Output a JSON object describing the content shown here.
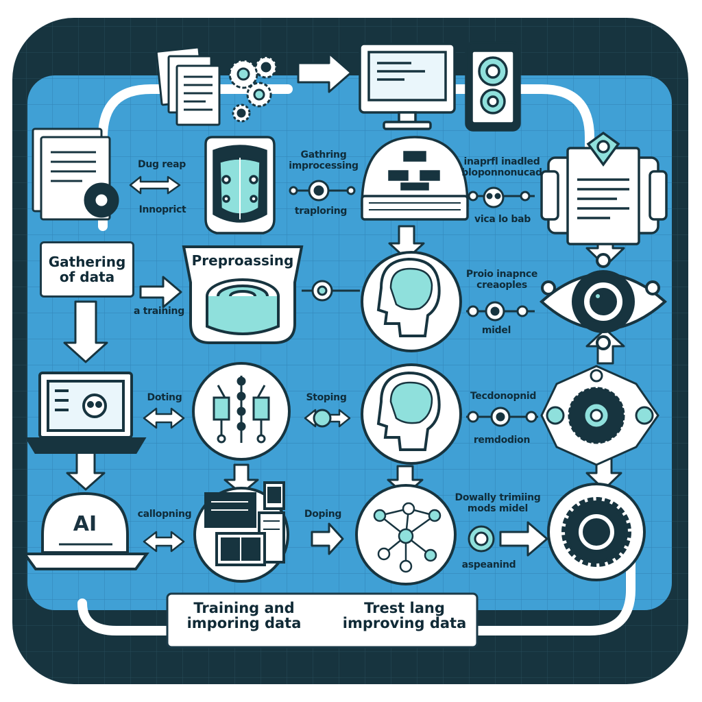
{
  "colors": {
    "frame": "#17343f",
    "blueprint": "#3b9bd2",
    "grid": "#2d83b8",
    "stroke": "#17343f",
    "accent": "#8fe0dc",
    "white": "#ffffff"
  },
  "labels": {
    "gathering": "Gathering\nof data",
    "preprocessing": "Preproassing",
    "drug_reap": "Dug reap",
    "innoprict": "Innoprict",
    "gathring": "Gathring\nimprocessing",
    "traploring": "traploring",
    "inpprfl": "inaprfl inadled\nbloponnonucad",
    "vica": "vica lo bab",
    "a_training": "a training",
    "proio": "Proio inapnce\ncreaoples",
    "midel": "midel",
    "doting": "Doting",
    "stoping": "Stoping",
    "tecdo": "Tecdonopnid",
    "remdo": "remdodion",
    "calloping": "callopning",
    "doping": "Doping",
    "dowelly": "Dowally trimiing\nmods midel",
    "aspeanind": "aspeanind",
    "ai": "AI",
    "bottom_left": "Training and\nimporing data",
    "bottom_right": "Trest lang\nimproving data"
  },
  "icons": [
    "documents-icon",
    "gears-icon",
    "monitor-icon",
    "phone-icon",
    "gear-document-icon",
    "document-gear-icon",
    "robot-head-icon",
    "network-icon",
    "keyboard-icon",
    "eye-icon",
    "database-icon",
    "brain-head-icon",
    "laptop-icon",
    "circuit-icon",
    "gear-cluster-icon",
    "ai-laptop-icon",
    "screens-icon",
    "neural-network-icon",
    "big-gear-icon"
  ]
}
